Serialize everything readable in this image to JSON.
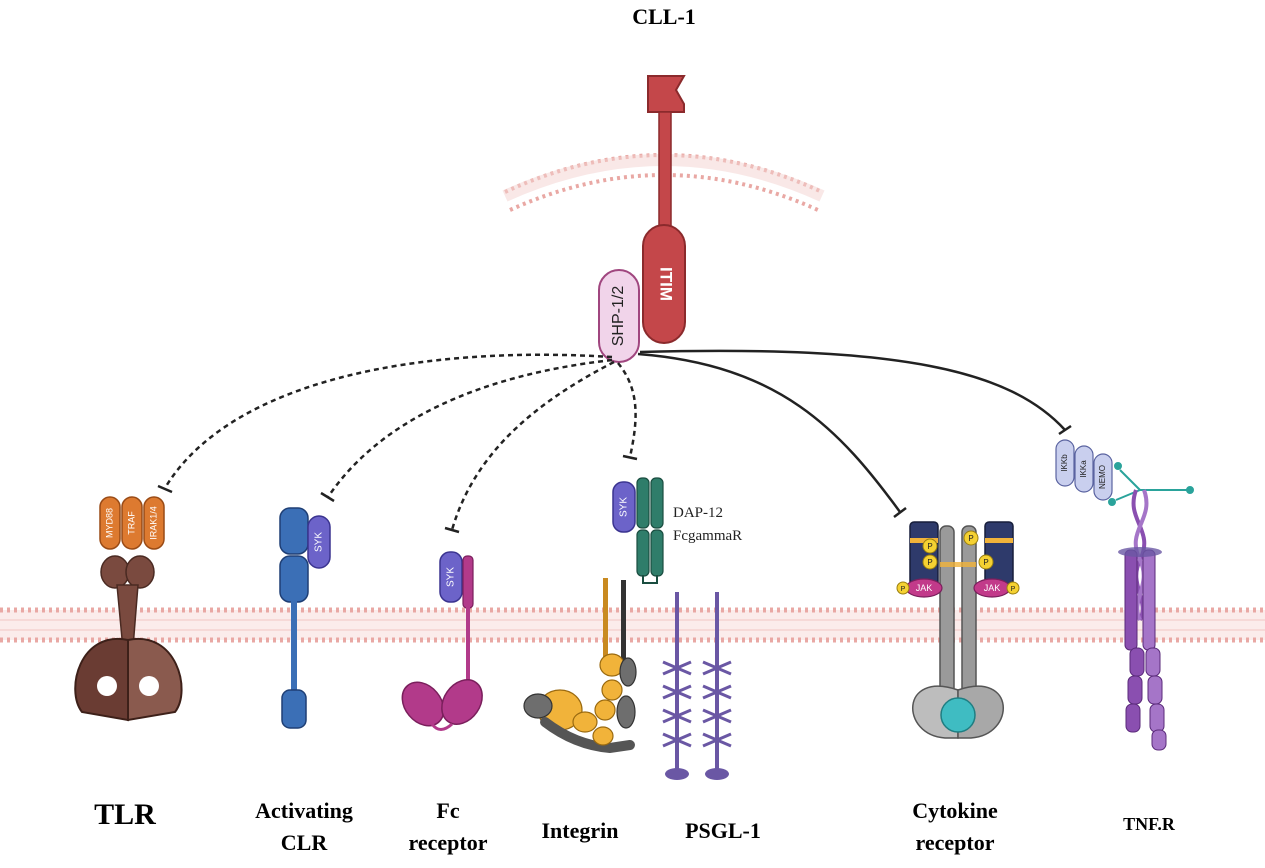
{
  "title": "CLL-1",
  "inhibitor": {
    "itim": "ITIM",
    "shp": "SHP-1/2"
  },
  "receptors": {
    "tlr": {
      "label": "TLR",
      "adaptors": [
        "MYD88",
        "TRAF",
        "IRAK1/4"
      ]
    },
    "clr": {
      "label_line1": "Activating",
      "label_line2": "CLR",
      "kinase": "SYK"
    },
    "fc": {
      "label_line1": "Fc",
      "label_line2": "receptor",
      "kinase": "SYK"
    },
    "dap12": {
      "label_line1": "DAP-12",
      "label_line2": "FcgammaR",
      "kinase": "SYK"
    },
    "integrin": {
      "label": "Integrin"
    },
    "psgl": {
      "label": "PSGL-1"
    },
    "cytokine": {
      "label_line1": "Cytokine",
      "label_line2": "receptor",
      "jak": "JAK",
      "phospho": "P"
    },
    "tnfr": {
      "label": "TNF.R",
      "ikk": [
        "IKKb",
        "IKKa",
        "NEMO"
      ]
    }
  },
  "colors": {
    "membrane": "#e9a8a4",
    "cll1": "#c4474a",
    "shp": "#f1d4ea",
    "tlr": "#7a4a3f",
    "tlr_adaptor": "#dd7a30",
    "clr": "#3b6fb6",
    "syk": "#6c63c9",
    "fc": "#b23a8a",
    "dap12": "#2f7d6a",
    "integrin_a": "#f1b33a",
    "integrin_b": "#6e6e6e",
    "psgl": "#6a57a4",
    "cytokine": "#9a9a9a",
    "jak": "#c23a8a",
    "jak_box": "#2e3a6b",
    "phospho": "#f5d132",
    "tnfr": "#8a4fb0",
    "ikk": "#c9cfee"
  }
}
